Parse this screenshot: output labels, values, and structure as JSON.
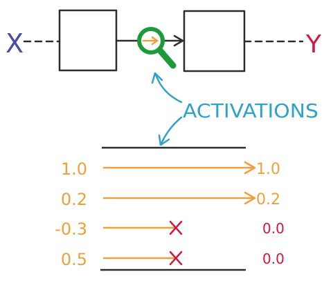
{
  "input_label": "X",
  "output_label": "Y",
  "annotation_label": "ACTIVATIONS",
  "rows": [
    {
      "input": "1.0",
      "output": "1.0",
      "passes": true
    },
    {
      "input": "0.2",
      "output": "0.2",
      "passes": true
    },
    {
      "input": "-0.3",
      "output": "0.0",
      "passes": false
    },
    {
      "input": "0.5",
      "output": "0.0",
      "passes": false
    }
  ],
  "colors": {
    "ink": "#2b2b2b",
    "input": "#4a4f9c",
    "output": "#d4173d",
    "annotation": "#2ea3c9",
    "activation": "#f0a03a",
    "blocked": "#d4173d",
    "magnifier": "#1f9a3a"
  },
  "icons": {
    "magnifier": "magnifier-icon",
    "blocked_mark": "x-mark-icon"
  }
}
